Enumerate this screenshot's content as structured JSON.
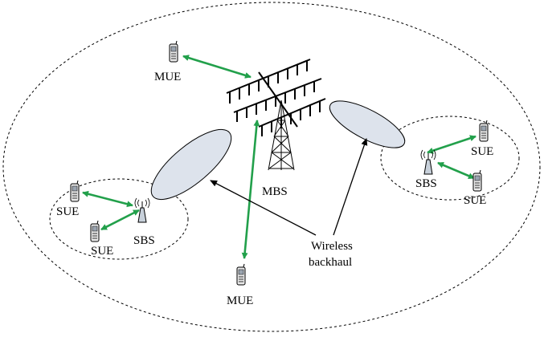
{
  "labels": {
    "macro_base_station": "MBS",
    "macro_user_top": "MUE",
    "macro_user_bottom": "MUE",
    "small_bs_left": "SBS",
    "small_bs_right": "SBS",
    "small_user_left_1": "SUE",
    "small_user_left_2": "SUE",
    "small_user_right_1": "SUE",
    "small_user_right_2": "SUE",
    "backhaul_line1": "Wireless",
    "backhaul_line2": "backhaul"
  },
  "colors": {
    "link": "#22a04b",
    "beam_fill": "#dde3ec",
    "stroke": "#000000"
  },
  "icons": {
    "phone": "mobile-phone-icon",
    "small_cell": "small-cell-antenna-icon",
    "macro_tower": "macro-tower-icon"
  }
}
